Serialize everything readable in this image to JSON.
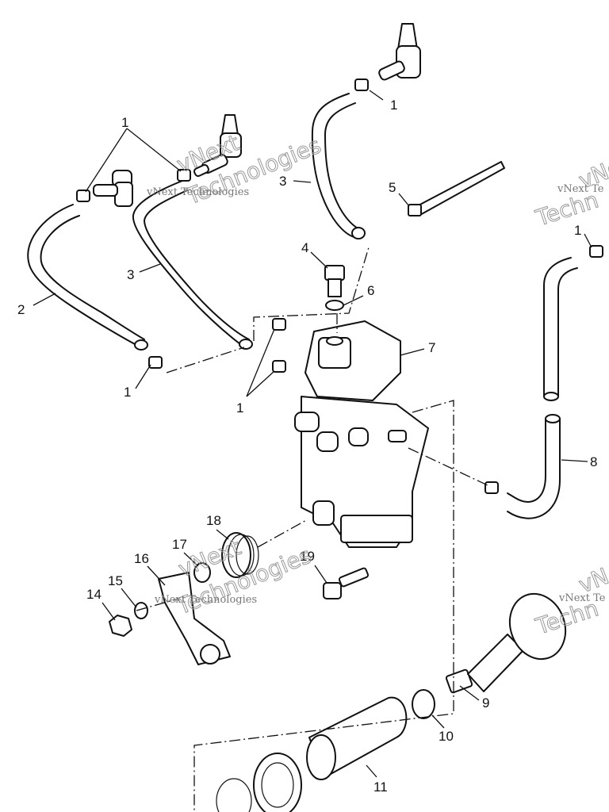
{
  "callouts": [
    {
      "id": "c1a",
      "text": "1"
    },
    {
      "id": "c1b",
      "text": "1"
    },
    {
      "id": "c1c",
      "text": "1"
    },
    {
      "id": "c1d",
      "text": "1"
    },
    {
      "id": "c1e",
      "text": "1"
    },
    {
      "id": "c2",
      "text": "2"
    },
    {
      "id": "c3a",
      "text": "3"
    },
    {
      "id": "c3b",
      "text": "3"
    },
    {
      "id": "c4",
      "text": "4"
    },
    {
      "id": "c5",
      "text": "5"
    },
    {
      "id": "c6",
      "text": "6"
    },
    {
      "id": "c7",
      "text": "7"
    },
    {
      "id": "c8",
      "text": "8"
    },
    {
      "id": "c9",
      "text": "9"
    },
    {
      "id": "c10",
      "text": "10"
    },
    {
      "id": "c11",
      "text": "11"
    },
    {
      "id": "c14",
      "text": "14"
    },
    {
      "id": "c15",
      "text": "15"
    },
    {
      "id": "c16",
      "text": "16"
    },
    {
      "id": "c17",
      "text": "17"
    },
    {
      "id": "c18",
      "text": "18"
    },
    {
      "id": "c19",
      "text": "19"
    }
  ],
  "watermark": {
    "brand_small": "vNext Technologies",
    "brand_word1": "vNext",
    "brand_word2": "Technologies",
    "edge_small_1": "vNext Te",
    "edge_small_2": "vNext Te",
    "edge_big_1": "Techn",
    "edge_big_2": "vNe",
    "edge_big_3": "Techn",
    "edge_big_4": "vN"
  }
}
